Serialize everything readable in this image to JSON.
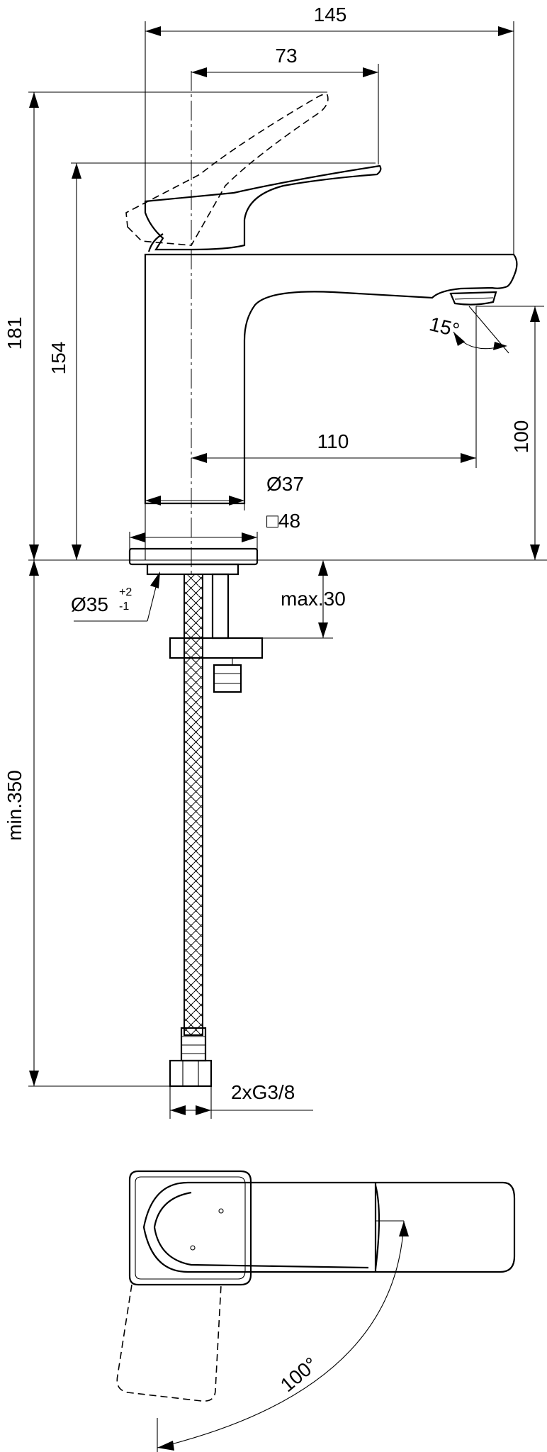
{
  "dimensions": {
    "width_total": "145",
    "spout_reach_from_axis": "73",
    "height_total": "181",
    "height_lever": "154",
    "spout_angle": "15°",
    "outlet_height": "100",
    "spout_projection": "110",
    "body_diameter": "Ø37",
    "base_square": "□48",
    "hole_diameter": "Ø35",
    "hole_tolerance_plus": "+2",
    "hole_tolerance_minus": "-1",
    "max_deck_thickness": "max.30",
    "min_hose_length": "min.350",
    "connection_thread": "2xG3/8",
    "lever_rotation": "100°"
  }
}
